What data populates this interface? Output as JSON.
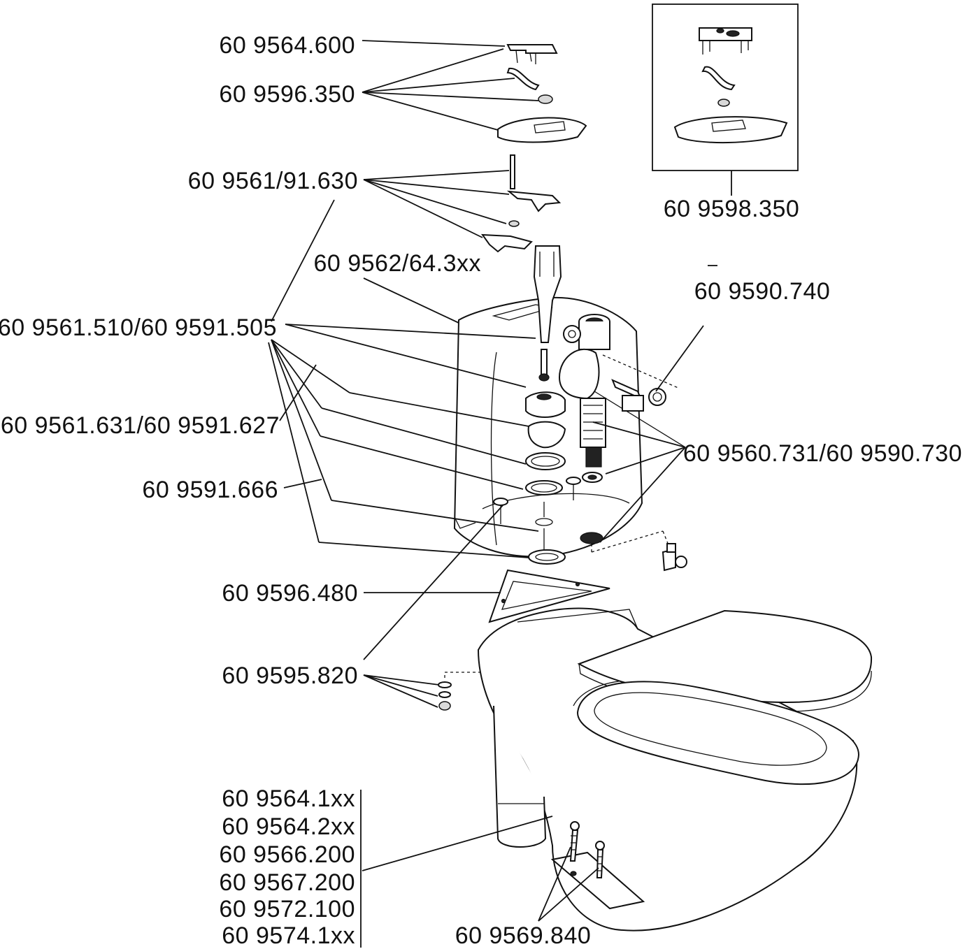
{
  "labels": {
    "l1": "60 9564.600",
    "l2": "60 9596.350",
    "l3": "60 9561/91.630",
    "l4": "60 9562/64.3xx",
    "l5": "60 9561.510/60 9591.505",
    "l6": "60 9561.631/60 9591.627",
    "l7": "60 9591.666",
    "l8": "60 9596.480",
    "l9": "60 9595.820",
    "l10": "60 9598.350",
    "l11": "60 9590.740",
    "l12": "60 9560.731/60 9590.730",
    "l13": "60 9569.840"
  },
  "bowl_parts": [
    "60 9564.1xx",
    "60 9564.2xx",
    "60 9566.200",
    "60 9567.200",
    "60 9572.100",
    "60 9574.1xx"
  ]
}
